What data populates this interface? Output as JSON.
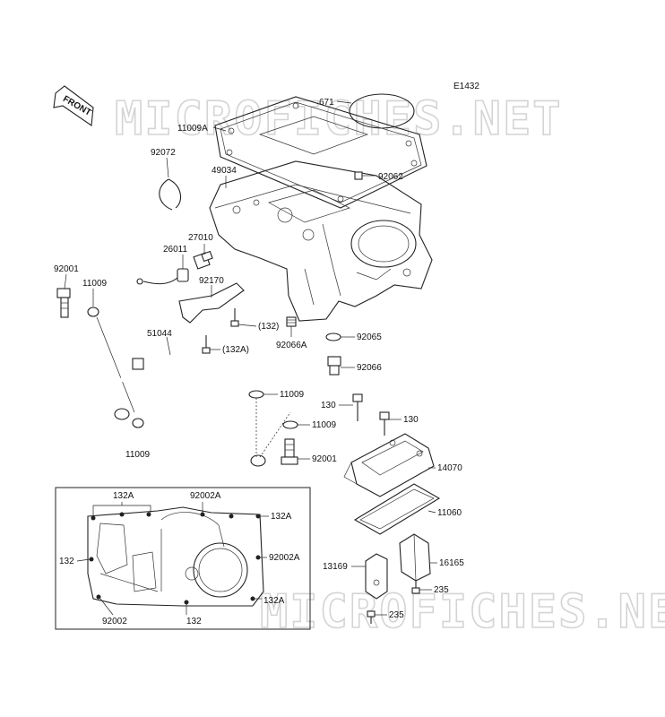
{
  "code": "E1432",
  "front_label": "FRONT",
  "watermarks": [
    "MICROFICHES.NET",
    "MICROFICHES.NET"
  ],
  "labels": {
    "p671": "671",
    "p11009a": "11009A",
    "p92072": "92072",
    "p49034": "49034",
    "p92062": "92062",
    "p27010": "27010",
    "p26011": "26011",
    "p92001a": "92001",
    "p11009a1": "11009",
    "p92170": "92170",
    "p132a": "(132)",
    "p132b": "(132A)",
    "p92066a": "92066A",
    "p92065": "92065",
    "p92066": "92066",
    "p51044": "51044",
    "p11009b": "11009",
    "p11009c": "11009",
    "p11009d": "11009",
    "p130a": "130",
    "p130b": "130",
    "p92001b": "92001",
    "p14070": "14070",
    "p11060": "11060",
    "p13169": "13169",
    "p16165": "16165",
    "p235a": "235",
    "p235b": "235",
    "i132a_top": "132A",
    "i92002a_top": "92002A",
    "i132a_right": "132A",
    "i132_left": "132",
    "i92002a_right": "92002A",
    "i132a_bottom": "132A",
    "i92002": "92002",
    "i132_bottom": "132"
  }
}
